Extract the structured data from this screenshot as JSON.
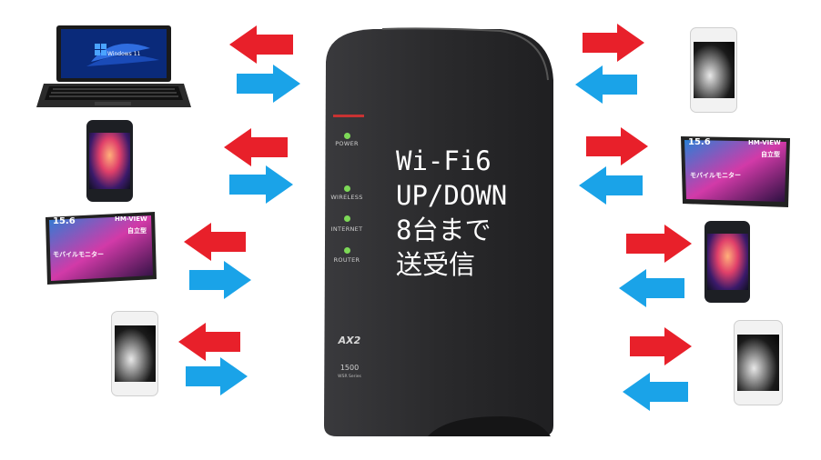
{
  "router": {
    "leds": [
      "POWER",
      "WIRELESS",
      "INTERNET",
      "ROUTER"
    ],
    "overlay_lines": [
      "Wi-Fi6",
      "UP/DOWN",
      "8台まで",
      "送受信"
    ],
    "brand": "AX2",
    "model": "1500",
    "series": "WSR Series"
  },
  "monitor": {
    "size": "15.6",
    "tag": "HM-VIEW",
    "subtitle": "モバイルモニター",
    "badge": "自立型"
  },
  "laptop": {
    "os": "Windows 11"
  },
  "colors": {
    "upload_arrow": "#e8202a",
    "download_arrow": "#1aa3e8",
    "router_body": "#2b2b2d",
    "led": "#7dd957"
  }
}
